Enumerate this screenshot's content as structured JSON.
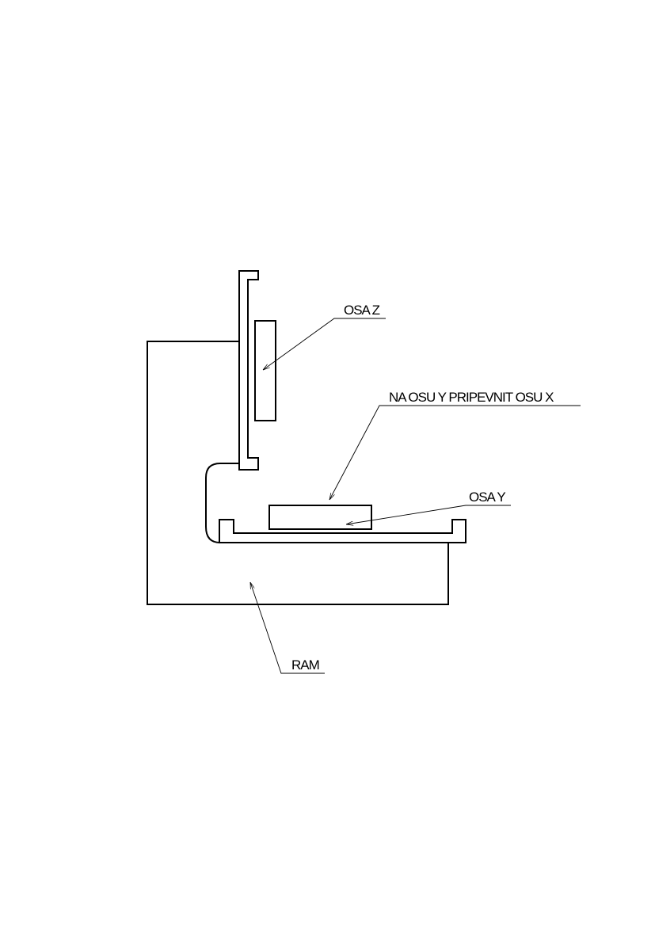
{
  "labels": {
    "osa_z": "OSA Z",
    "na_osu": "NA OSU Y PRIPEVNIT OSU X",
    "osa_y": "OSA Y",
    "ram": "RAM"
  },
  "colors": {
    "line": "#000000",
    "background": "#ffffff"
  }
}
